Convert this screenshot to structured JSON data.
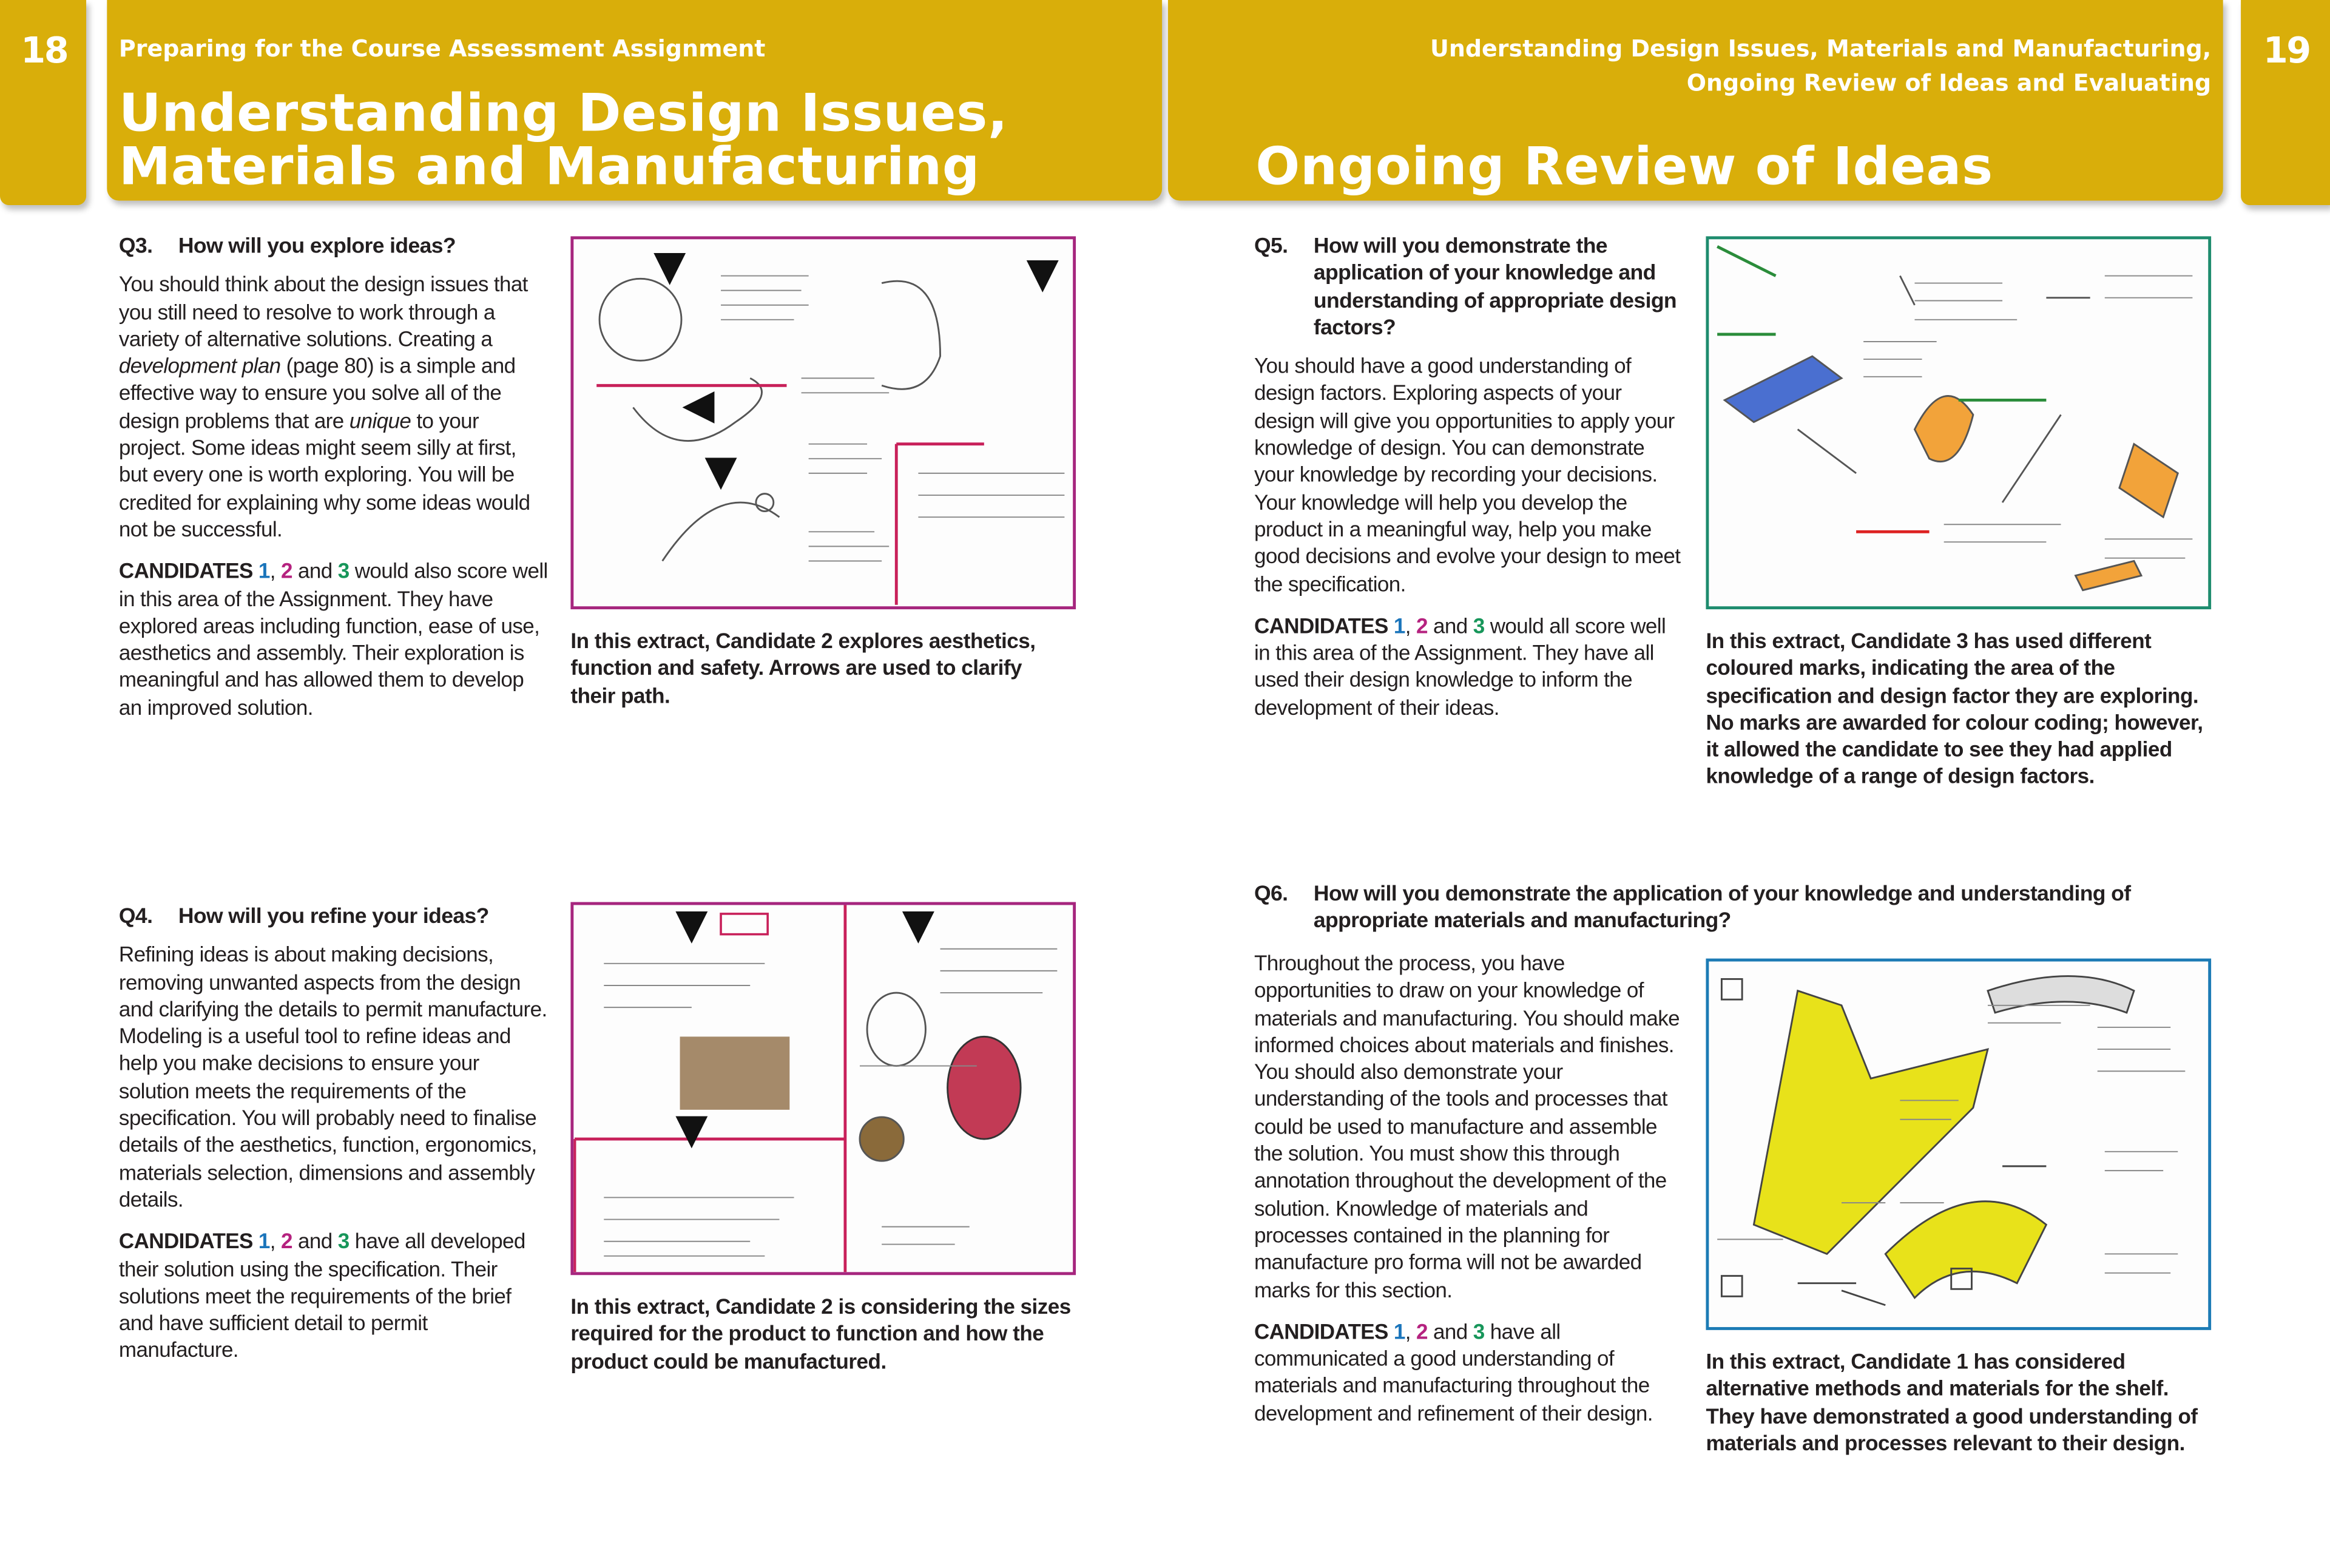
{
  "left_page": {
    "page_number": "18",
    "section_subtitle": "Preparing for the Course Assessment Assignment",
    "title_line1": "Understanding Design Issues,",
    "title_line2": "Materials and Manufacturing",
    "q3": {
      "number": "Q3.",
      "question": "How will you explore ideas?",
      "para1_a": "You should think about the design issues that you still need to resolve to work through a variety of alternative solutions. Creating a ",
      "para1_em1": "development plan",
      "para1_b": " (page 80) is a simple and effective way to ensure you solve all of the design problems that are ",
      "para1_em2": "unique",
      "para1_c": " to your project. Some ideas might seem silly at first, but every one is worth exploring. You will be credited for explaining why some ideas would not be successful.",
      "candidates_label": "CANDIDATES",
      "text_after": " would also score well in this area of the Assignment. They have explored areas including function, ease of use, aesthetics and assembly. Their exploration is meaningful and has allowed them to develop an improved solution.",
      "caption": "In this extract, Candidate 2 explores aesthetics, function and safety. Arrows are used to clarify their path."
    },
    "q4": {
      "number": "Q4.",
      "question": "How will you refine your ideas?",
      "para1": "Refining ideas is about making decisions, removing unwanted aspects from the design and clarifying the details to permit manufacture. Modeling is a useful tool to refine ideas and help you make decisions to ensure your solution meets the requirements of the specification. You will probably need to finalise details of the aesthetics, function, ergonomics, materials selection, dimensions and assembly details.",
      "candidates_label": "CANDIDATES",
      "text_after": " have all developed their solution using the specification. Their solutions meet the requirements of the brief and have sufficient detail to permit manufacture.",
      "caption": "In this extract, Candidate 2 is considering the sizes required for the product to function and how the product could be manufactured."
    }
  },
  "right_page": {
    "page_number": "19",
    "section_subtitle_line1": "Understanding Design Issues, Materials and Manufacturing,",
    "section_subtitle_line2": "Ongoing Review of Ideas and Evaluating",
    "title": "Ongoing Review of Ideas",
    "q5": {
      "number": "Q5.",
      "question": "How will you demonstrate the application of your knowledge and understanding of appropriate design factors?",
      "para1": "You should have a good understanding of design factors. Exploring aspects of your design will give you opportunities to apply your knowledge of design. You can demonstrate your knowledge by recording your decisions. Your knowledge will help you develop the product in a meaningful way, help you make good decisions and evolve your design to meet the specification.",
      "candidates_label": "CANDIDATES",
      "text_after": " would all score well in this area of the Assignment. They have all used their design knowledge to inform the development of their ideas.",
      "caption": "In this extract, Candidate 3 has used different coloured marks, indicating the area of the specification and design factor they are exploring. No marks are awarded for colour coding; however, it allowed the candidate to see they had applied knowledge of a range of design factors."
    },
    "q6": {
      "number": "Q6.",
      "question": "How will you demonstrate the application of your knowledge and understanding of appropriate materials and manufacturing?",
      "para1": "Throughout the process, you have opportunities to draw on your knowledge of materials and manufacturing. You should make informed choices about materials and finishes. You should also demonstrate your understanding of the tools and processes that could be used to manufacture and assemble the solution. You must show this through annotation throughout the development of the solution. Knowledge of materials and processes contained in the planning for manufacture pro forma will not be awarded marks for this section.",
      "candidates_label": "CANDIDATES",
      "text_after": " have all communicated a good understanding of materials and manufacturing throughout the development and refinement of their design.",
      "caption": "In this extract, Candidate 1 has considered alternative methods and materials for the shelf. They have demonstrated a good understanding of materials and processes relevant to their design."
    }
  },
  "candidates": {
    "c1": "1",
    "c2": "2",
    "c3": "3",
    "sep": ", ",
    "and": " and "
  },
  "colors": {
    "gold": "#d9ae0a",
    "candidate1": "#1b75bb",
    "candidate2": "#b5227f",
    "candidate3": "#17965a"
  }
}
